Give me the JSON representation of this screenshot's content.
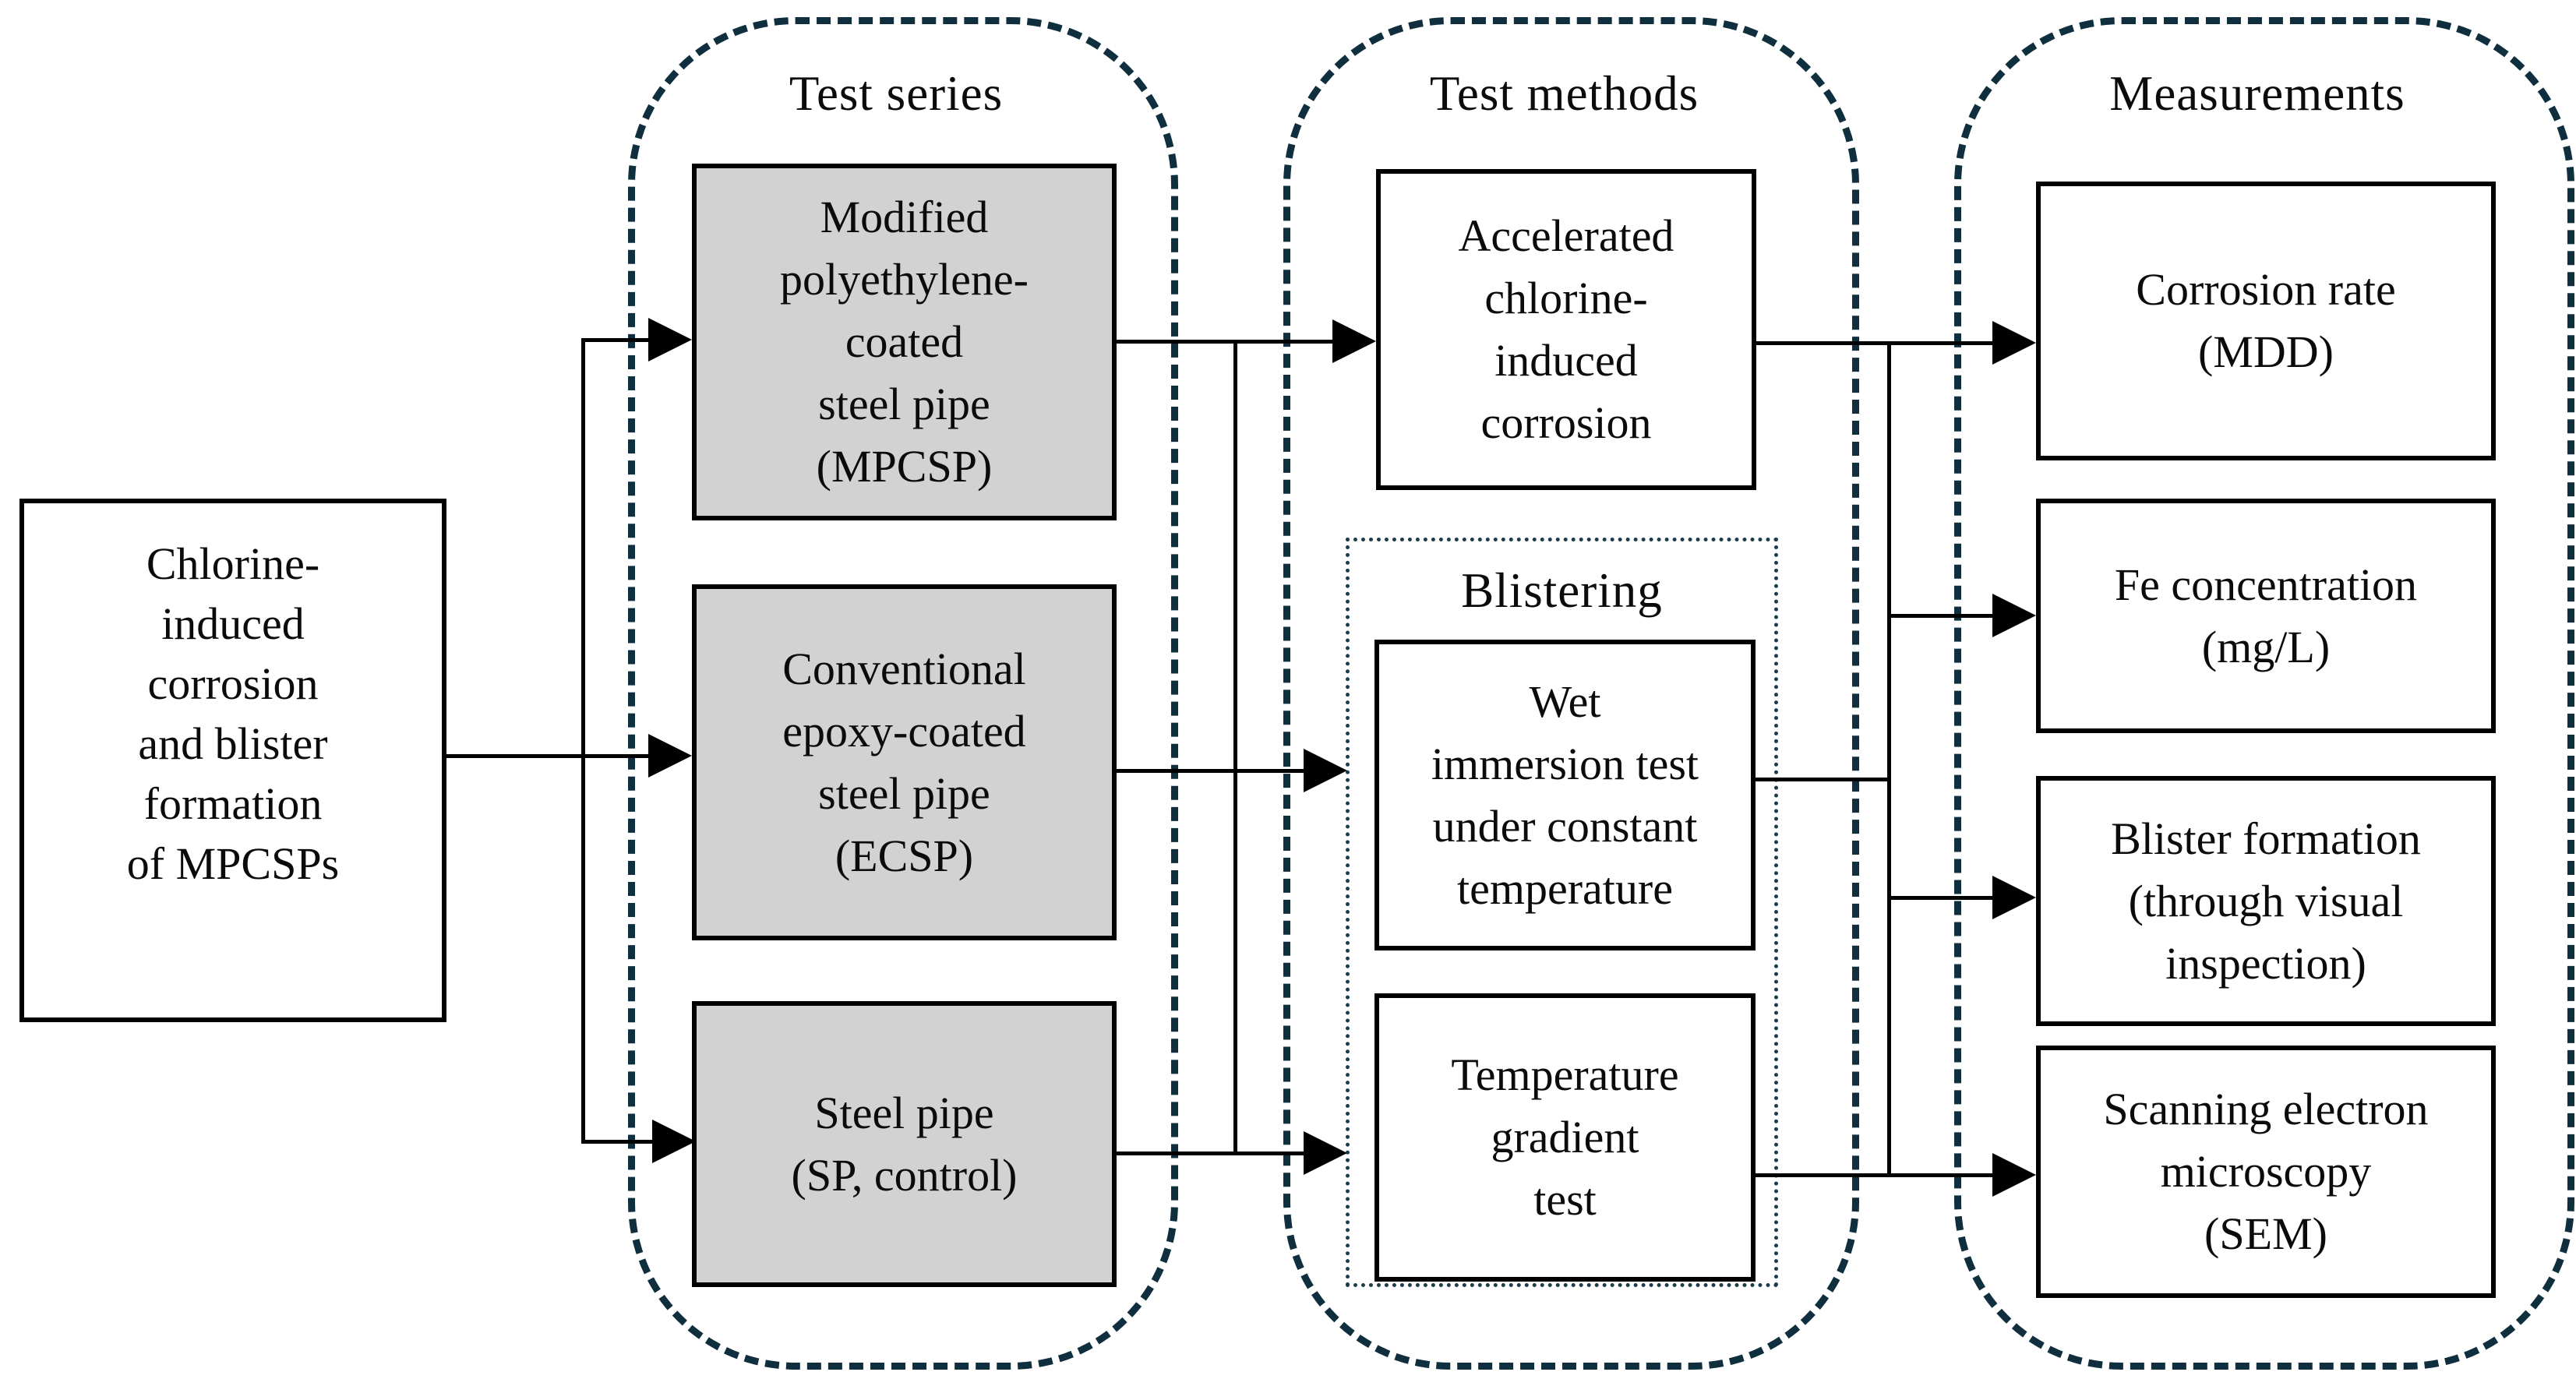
{
  "figure": {
    "type": "flow-diagram",
    "colors": {
      "group_dash": "#0f2f3f",
      "subgroup_dot": "#1b3c4b",
      "node_gray_fill": "#d2d2d2",
      "node_white_fill": "#ffffff",
      "connector": "#000000",
      "text": "#0b0b0b"
    },
    "root_box": {
      "label": "Chlorine-\ninduced\ncorrosion\nand blister\nformation\nof MPCSPs"
    },
    "test_series": {
      "title": "Test series",
      "items": [
        {
          "label": "Modified\npolyethylene-\ncoated\nsteel pipe\n(MPCSP)"
        },
        {
          "label": "Conventional\nepoxy-coated\nsteel pipe\n(ECSP)"
        },
        {
          "label": "Steel pipe\n(SP, control)"
        }
      ]
    },
    "test_methods": {
      "title": "Test methods",
      "corrosion_method": {
        "label": "Accelerated\nchlorine-\ninduced\ncorrosion"
      },
      "blistering_group": {
        "title": "Blistering",
        "items": [
          {
            "label": "Wet\nimmersion test\nunder constant\ntemperature"
          },
          {
            "label": "Temperature\ngradient\ntest"
          }
        ]
      }
    },
    "measurements": {
      "title": "Measurements",
      "items": [
        {
          "label": "Corrosion rate\n(MDD)"
        },
        {
          "label": "Fe concentration\n(mg/L)"
        },
        {
          "label": "Blister formation\n(through visual\ninspection)"
        },
        {
          "label": "Scanning electron\nmicroscopy\n(SEM)"
        }
      ]
    }
  }
}
